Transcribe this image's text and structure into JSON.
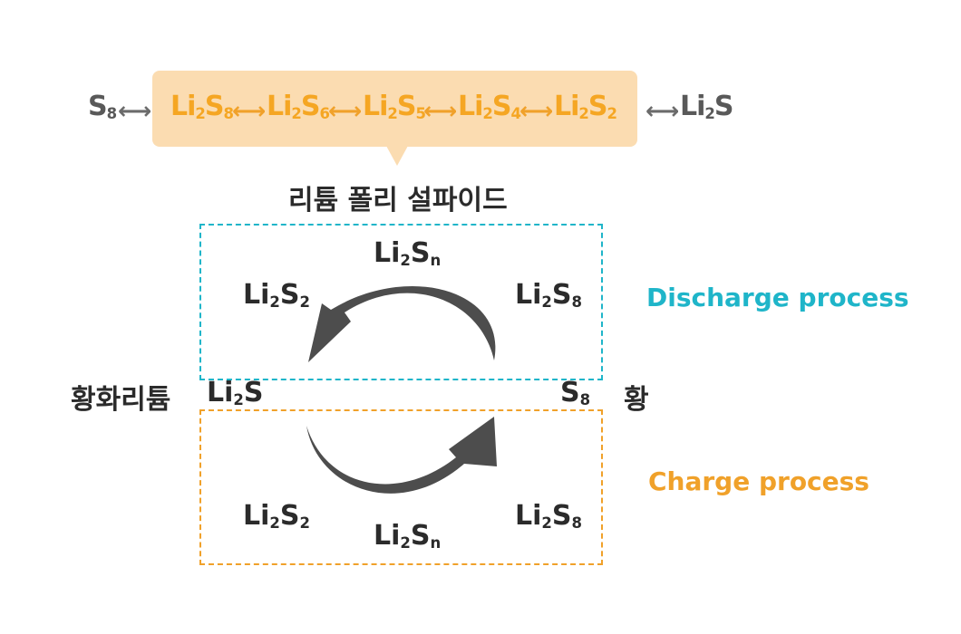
{
  "top_chain": {
    "start": {
      "base": "S",
      "sub": "8"
    },
    "polysulfides": [
      {
        "base1": "Li",
        "sub1": "2",
        "base2": "S",
        "sub2": "8"
      },
      {
        "base1": "Li",
        "sub1": "2",
        "base2": "S",
        "sub2": "6"
      },
      {
        "base1": "Li",
        "sub1": "2",
        "base2": "S",
        "sub2": "5"
      },
      {
        "base1": "Li",
        "sub1": "2",
        "base2": "S",
        "sub2": "4"
      },
      {
        "base1": "Li",
        "sub1": "2",
        "base2": "S",
        "sub2": "2"
      }
    ],
    "end": {
      "base1": "Li",
      "sub1": "2",
      "base2": "S"
    },
    "arrow_symbol": "⟷"
  },
  "bubble_caption": "리튬 폴리 설파이드",
  "discharge": {
    "label": "Discharge process",
    "top": {
      "base1": "Li",
      "sub1": "2",
      "base2": "S",
      "sub2": "n"
    },
    "left": {
      "base1": "Li",
      "sub1": "2",
      "base2": "S",
      "sub2": "2"
    },
    "right": {
      "base1": "Li",
      "sub1": "2",
      "base2": "S",
      "sub2": "8"
    }
  },
  "charge": {
    "label": "Charge process",
    "bottom": {
      "base1": "Li",
      "sub1": "2",
      "base2": "S",
      "sub2": "n"
    },
    "left": {
      "base1": "Li",
      "sub1": "2",
      "base2": "S",
      "sub2": "2"
    },
    "right": {
      "base1": "Li",
      "sub1": "2",
      "base2": "S",
      "sub2": "8"
    }
  },
  "middle": {
    "left_name": "황화리튬",
    "left_formula": {
      "base1": "Li",
      "sub1": "2",
      "base2": "S"
    },
    "right_formula": {
      "base": "S",
      "sub": "8"
    },
    "right_name": "황"
  },
  "colors": {
    "orange_text": "#f5a623",
    "bubble": "#fbdcb1",
    "discharge": "#1fb5c9",
    "charge": "#f0a12a",
    "arrow": "#4d4d4d",
    "gray_text": "#595959"
  }
}
